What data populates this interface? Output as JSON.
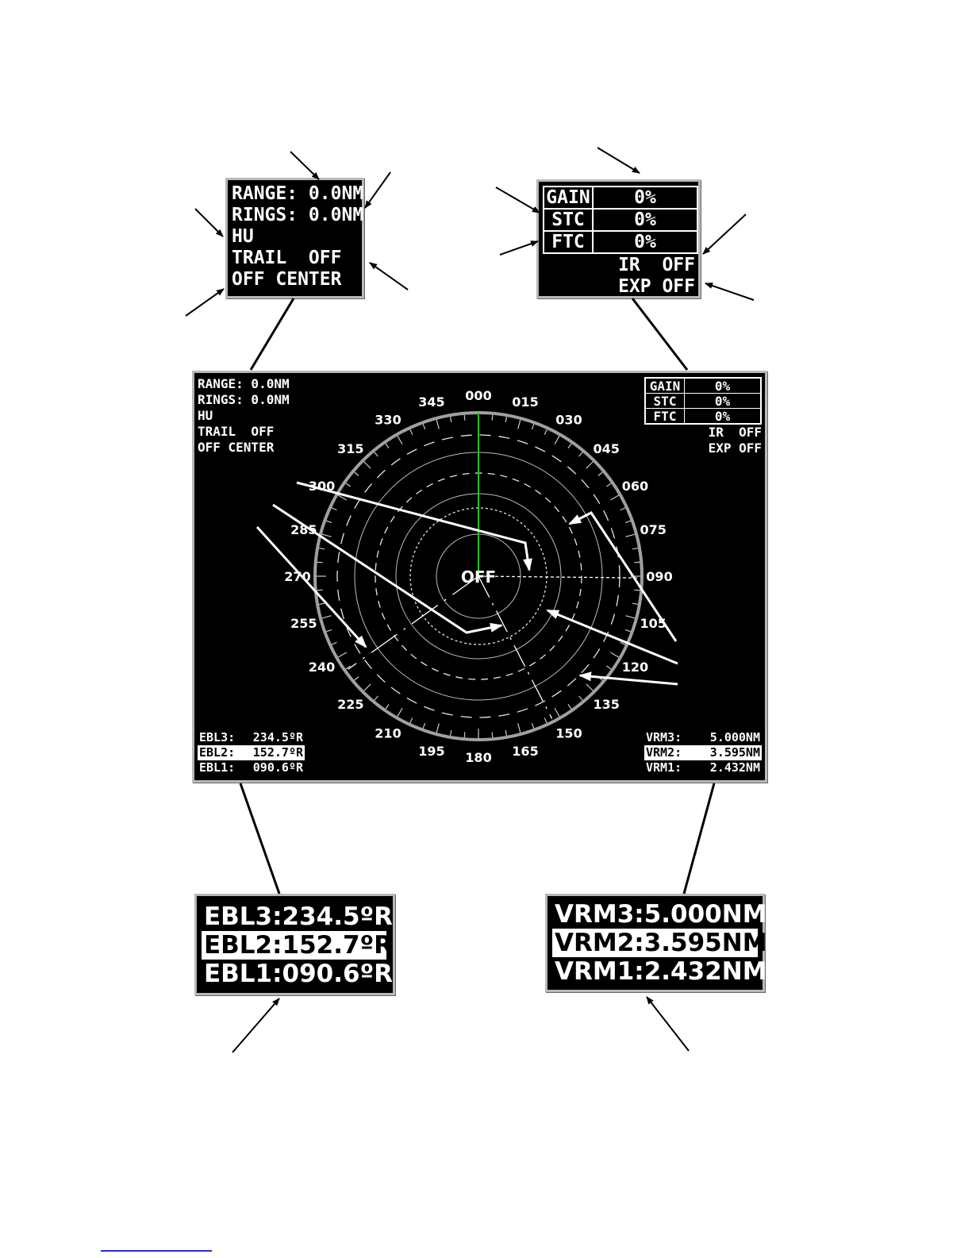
{
  "status": {
    "range": "RANGE: 0.0NM",
    "rings": "RINGS: 0.0NM",
    "orientation": "HU",
    "trail": "TRAIL  OFF",
    "center": "OFF CENTER"
  },
  "controls": {
    "gain_label": "GAIN",
    "gain_value": "0%",
    "stc_label": "STC",
    "stc_value": "0%",
    "ftc_label": "FTC",
    "ftc_value": "0%",
    "ir": "IR  OFF",
    "exp": "EXP OFF"
  },
  "ebl": [
    {
      "label": "EBL3:",
      "value": "234.5ºR"
    },
    {
      "label": "EBL2:",
      "value": "152.7ºR",
      "highlighted": true
    },
    {
      "label": "EBL1:",
      "value": "090.6ºR"
    }
  ],
  "vrm": [
    {
      "label": "VRM3:",
      "value": "5.000NM"
    },
    {
      "label": "VRM2:",
      "value": "3.595NM",
      "highlighted": true
    },
    {
      "label": "VRM1:",
      "value": "2.432NM"
    }
  ],
  "radar": {
    "center_label": "OFF",
    "bearing_labels": [
      "000",
      "015",
      "030",
      "045",
      "060",
      "075",
      "090",
      "105",
      "120",
      "135",
      "150",
      "165",
      "180",
      "195",
      "210",
      "225",
      "240",
      "255",
      "270",
      "285",
      "300",
      "315",
      "330",
      "345"
    ],
    "heading_line_color": "#22c422",
    "bezel_color": "#a0a0a0"
  }
}
